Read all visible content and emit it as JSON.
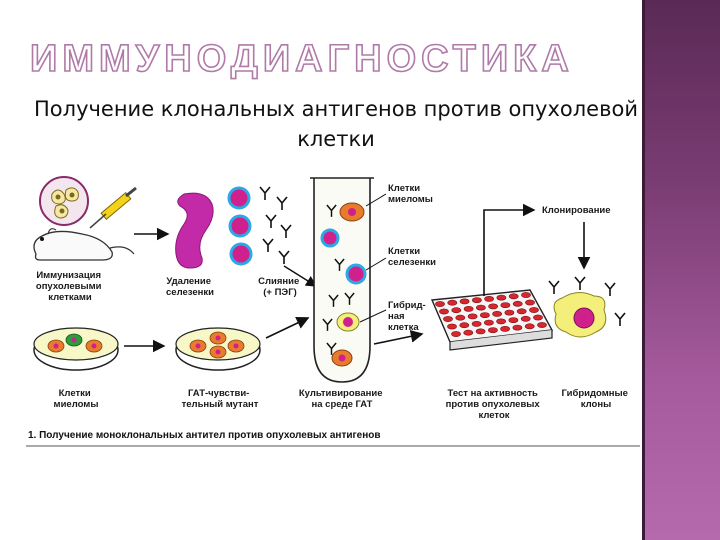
{
  "slide": {
    "title": "ИММУНОДИАГНОСТИКА",
    "subtitle": "Получение клональных антигенов против опухолевой клетки"
  },
  "diagram": {
    "labels": {
      "immunization": [
        "Иммунизация",
        "опухолевыми",
        "клетками"
      ],
      "spleen_removal": [
        "Удаление",
        "селезенки"
      ],
      "fusion": [
        "Слияние",
        "(+ ПЭГ)"
      ],
      "myeloma_cells_tube": [
        "Клетки",
        "миеломы"
      ],
      "spleen_cells": [
        "Клетки",
        "селезенки"
      ],
      "hybrid_cell": [
        "Гибрид-",
        "ная",
        "клетка"
      ],
      "cloning": "Клонирование",
      "myeloma_cells": [
        "Клетки",
        "миеломы"
      ],
      "hat_mutant": [
        "ГАТ-чувстви-",
        "тельный мутант"
      ],
      "cultivation": [
        "Культивирование",
        "на среде ГАТ"
      ],
      "activity_test": [
        "Тест на активность",
        "против опухолевых",
        "клеток"
      ],
      "hybridoma_clones": [
        "Гибридомные",
        "клоны"
      ]
    },
    "caption": "1. Получение моноклональных антител против опухолевых антигенов"
  },
  "colors": {
    "title_outline": "#b07aa8",
    "sidebar": "#7b3d74",
    "cell_magenta": "#d0208c",
    "cell_blue": "#2aa8e8",
    "myeloma_orange": "#e87c2c",
    "hybrid_yellow": "#f4ee7a",
    "well_red": "#d8262e"
  }
}
